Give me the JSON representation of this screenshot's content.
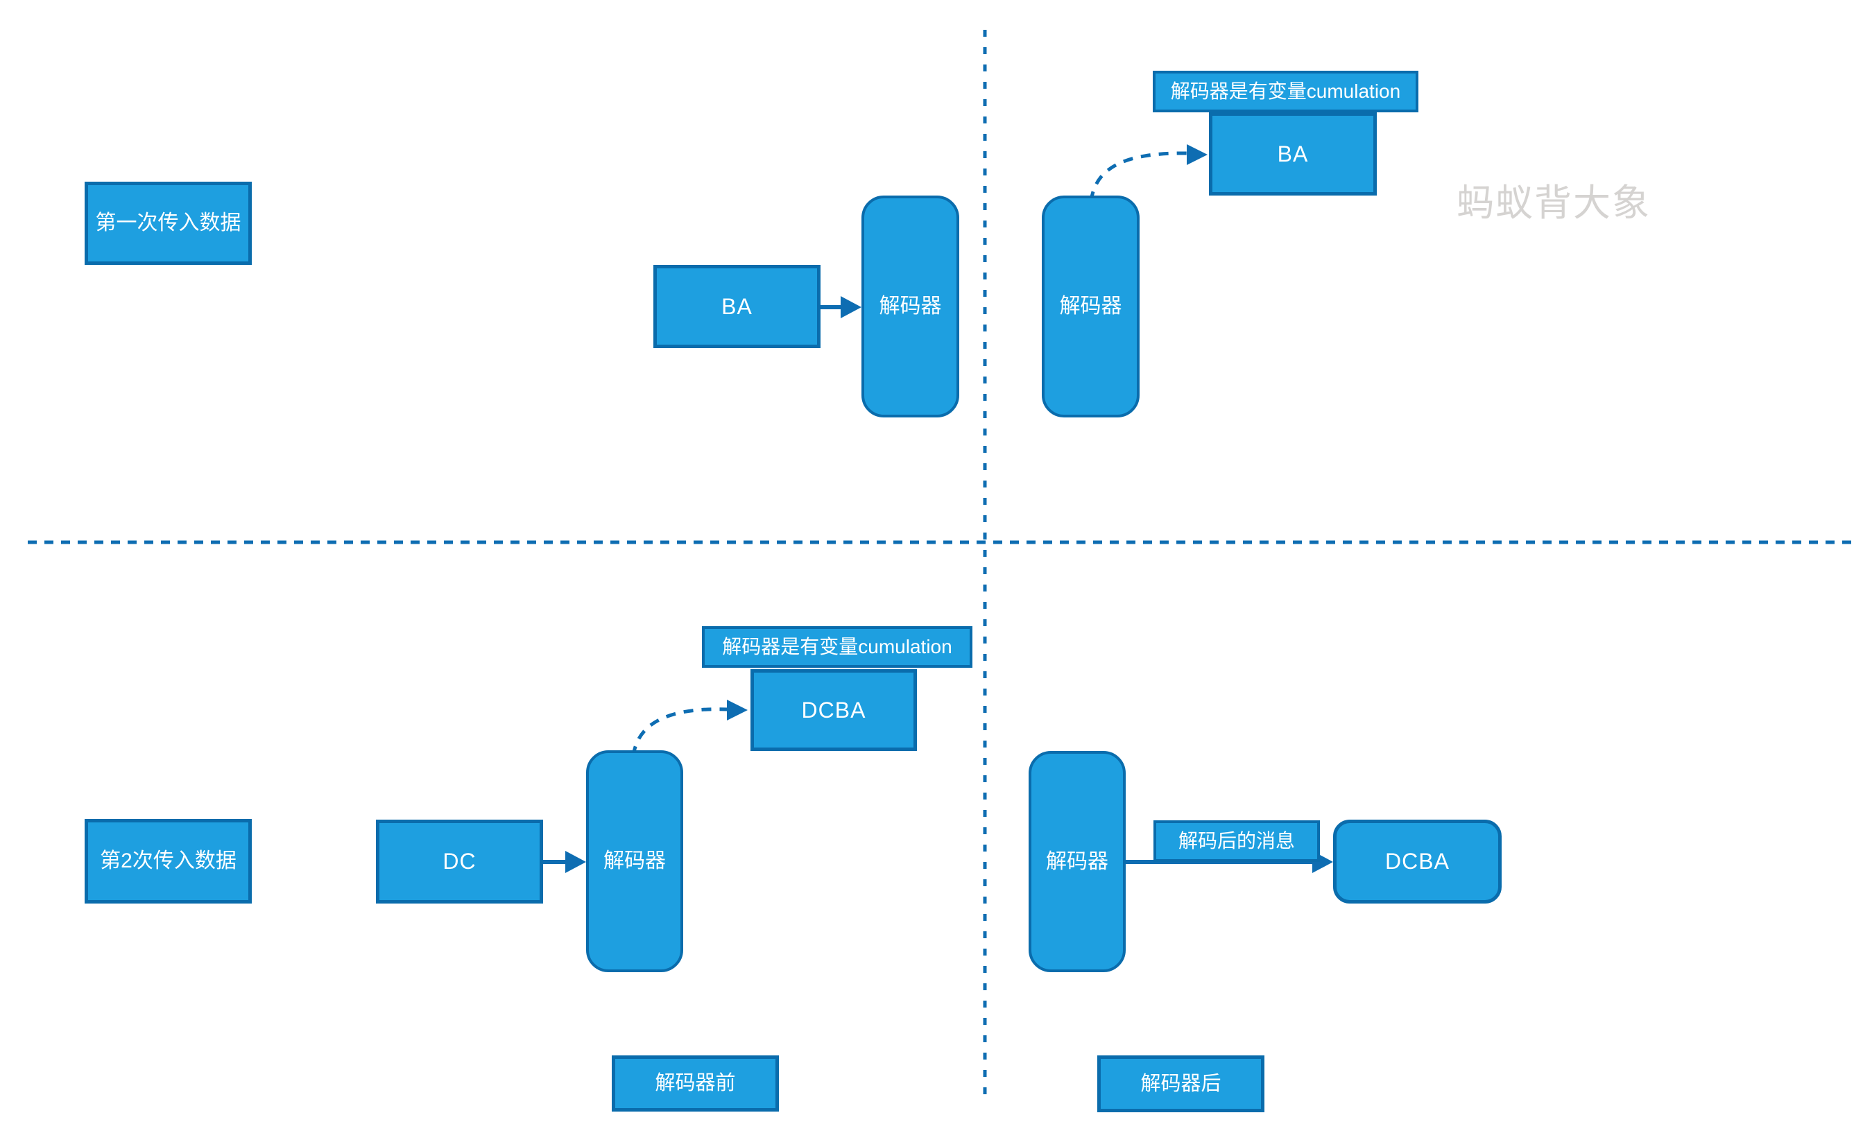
{
  "colors": {
    "node_fill": "#1E9FE0",
    "node_border": "#0A6CAC",
    "connector": "#0E6DB2",
    "node_text": "#FFFFFF",
    "watermark": "#D5D3D1"
  },
  "watermark": {
    "text": "蚂蚁背大象"
  },
  "quadrants": {
    "top_left": {
      "input_box": "第一次传入数据",
      "data_box": "BA",
      "decoder_box": "解码器"
    },
    "top_right": {
      "decoder_box": "解码器",
      "annotation_box": "解码器是有变量cumulation",
      "result_box": "BA"
    },
    "bottom_left": {
      "input_box": "第2次传入数据",
      "data_box": "DC",
      "decoder_box": "解码器",
      "annotation_box": "解码器是有变量cumulation",
      "result_box": "DCBA",
      "caption_box": "解码器前"
    },
    "bottom_right": {
      "decoder_box": "解码器",
      "edge_label_box": "解码后的消息",
      "result_box": "DCBA",
      "caption_box": "解码器后"
    }
  }
}
